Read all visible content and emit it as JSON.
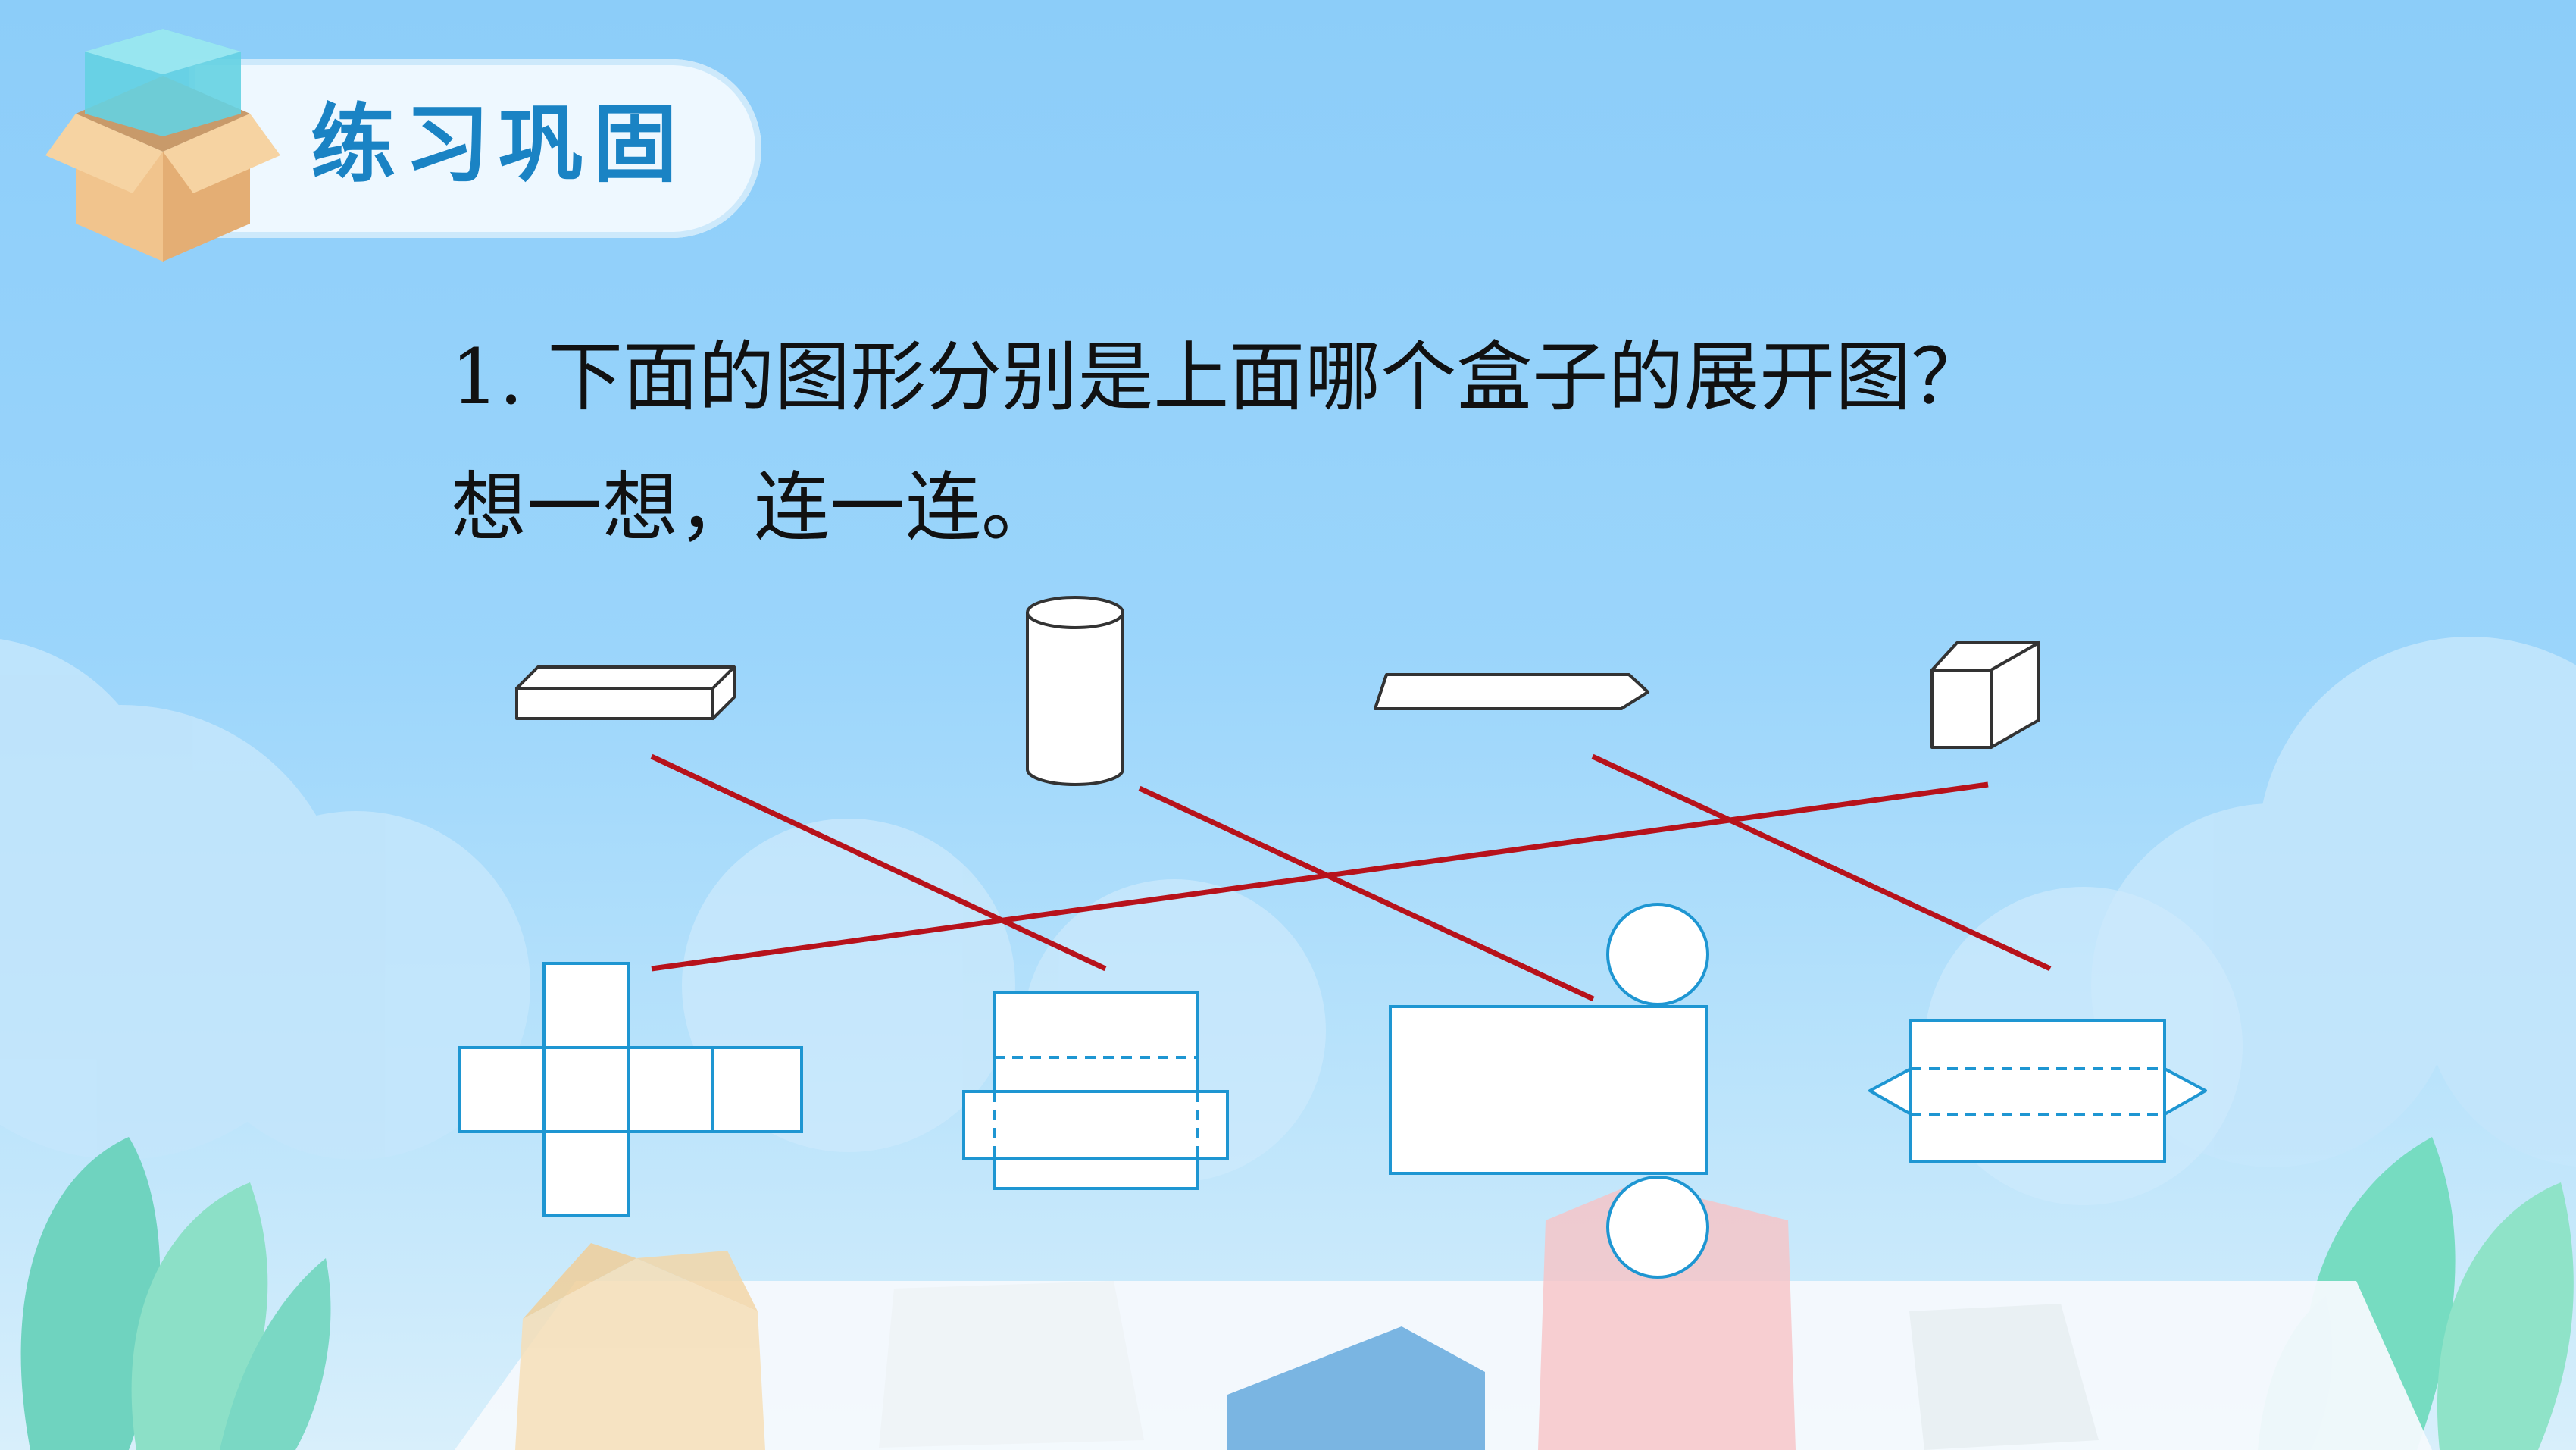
{
  "header": {
    "title": "练习巩固",
    "box_icon": "open-box-icon"
  },
  "question": {
    "line1": "1. 下面的图形分别是上面哪个盒子的展开图？",
    "line2": "想一想，连一连。"
  },
  "colors": {
    "title_text": "#1a83c4",
    "connector": "#b7121b",
    "net_stroke": "#1e96d2",
    "solid_stroke": "#333333"
  },
  "solids": [
    {
      "id": "cuboid",
      "icon": "long-cuboid-icon"
    },
    {
      "id": "cylinder",
      "icon": "cylinder-icon"
    },
    {
      "id": "prism",
      "icon": "triangular-prism-icon"
    },
    {
      "id": "cube",
      "icon": "cube-icon"
    }
  ],
  "nets": [
    {
      "id": "cube-net",
      "icon": "cross-net-icon"
    },
    {
      "id": "cuboid-net",
      "icon": "cuboid-net-icon"
    },
    {
      "id": "cylinder-net",
      "icon": "cylinder-net-icon"
    },
    {
      "id": "prism-net",
      "icon": "prism-net-icon"
    }
  ],
  "matches": [
    {
      "solid": "cuboid",
      "net": "cuboid-net"
    },
    {
      "solid": "cylinder",
      "net": "cylinder-net"
    },
    {
      "solid": "prism",
      "net": "prism-net"
    },
    {
      "solid": "cube",
      "net": "cube-net"
    }
  ]
}
